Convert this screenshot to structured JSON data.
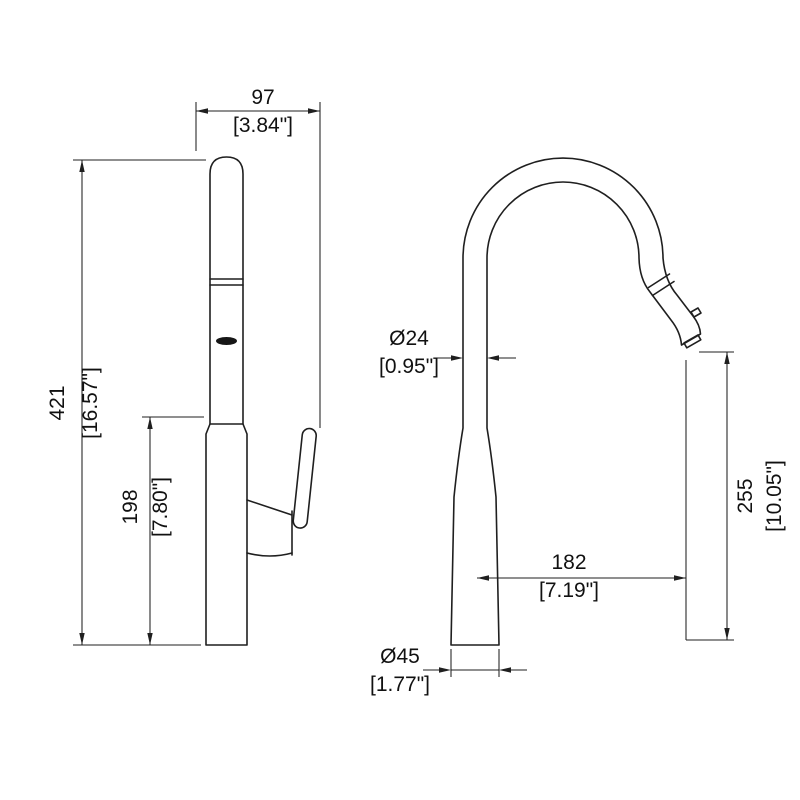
{
  "drawing": {
    "kind": "faucet-technical-dimension-drawing",
    "line_color": "#1f1f1f",
    "background": "#ffffff"
  },
  "dimensions": {
    "top_width": {
      "mm": "97",
      "in": "[3.84\"]"
    },
    "total_height": {
      "mm": "421",
      "in": "[16.57\"]"
    },
    "body_height": {
      "mm": "198",
      "in": "[7.80\"]"
    },
    "spout_diameter": {
      "mm": "Ø24",
      "in": "[0.95\"]"
    },
    "spout_reach": {
      "mm": "182",
      "in": "[7.19\"]"
    },
    "outlet_height": {
      "mm": "255",
      "in": "[10.05\"]"
    },
    "base_diameter": {
      "mm": "Ø45",
      "in": "[1.77\"]"
    }
  }
}
